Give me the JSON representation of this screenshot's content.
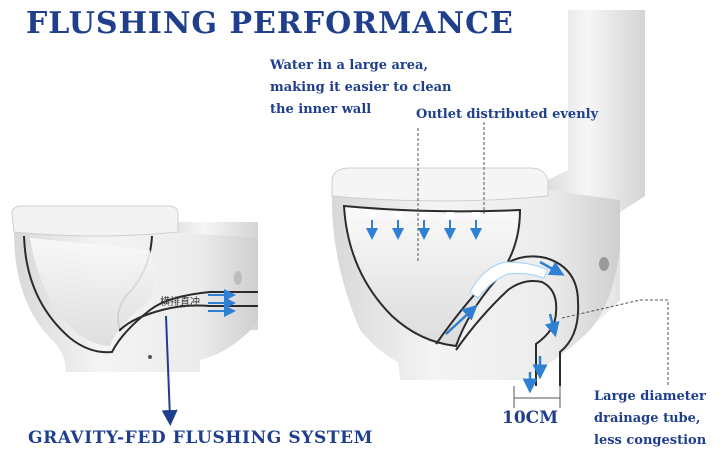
{
  "title": "FLUSHING PERFORMANCE",
  "subtitle": "GRAVITY-FED FLUSHING SYSTEM",
  "annotations": {
    "water_lines": [
      "Water in a large area,",
      "making it easier to clean",
      "the inner wall"
    ],
    "outlet": "Outlet distributed evenly",
    "drain_lines": [
      "Large diameter",
      "drainage tube,",
      "less congestion"
    ],
    "size": "10CM",
    "cn_label": "横排直冲"
  },
  "colors": {
    "heading": "#1f3f8d",
    "ceramic": "#e9e9e9",
    "outline": "#2b2b2b",
    "water_arrow": "#3a8fd8"
  }
}
